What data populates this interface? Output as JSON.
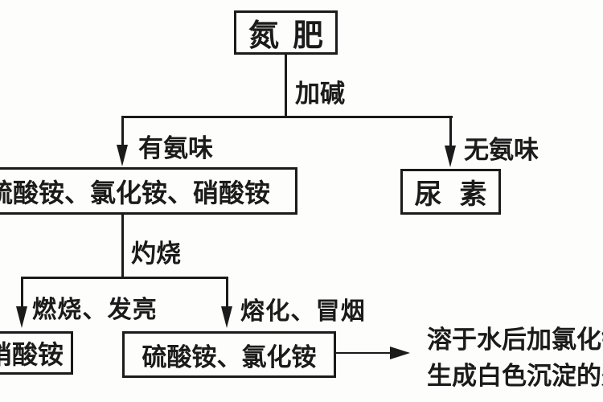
{
  "colors": {
    "ink": "#1b1b1b",
    "paper": "#fdfdfb"
  },
  "diagram": {
    "nodes": {
      "root": {
        "label": "氮肥"
      },
      "ammonium_salts": {
        "label": "硫酸铵、氯化铵、硝酸铵"
      },
      "urea": {
        "label": "尿素"
      },
      "ammonium_nitrate": {
        "label": "硝酸铵"
      },
      "sulfate_chloride": {
        "label": "硫酸铵、氯化铵"
      }
    },
    "edges": {
      "add_alkali": "加碱",
      "ignite": "灼烧"
    },
    "branches": {
      "has_ammonia_smell": "有氨味",
      "no_ammonia_smell": "无氨味",
      "burns_glows": "燃烧、发亮",
      "melts_smokes": "熔化、冒烟"
    },
    "note": {
      "line1": "溶于水后加氯化钡",
      "line2": "生成白色沉淀的是"
    }
  }
}
